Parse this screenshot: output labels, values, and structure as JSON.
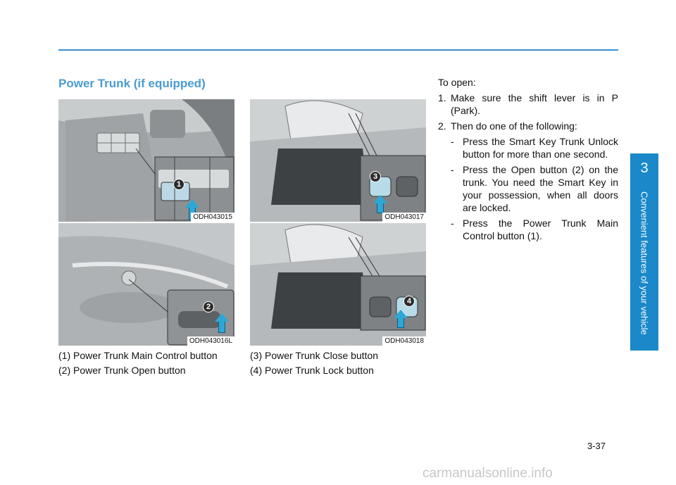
{
  "section_title": "Power Trunk (if equipped)",
  "figures": {
    "left_top": {
      "code": "ODH043015",
      "callout": "1"
    },
    "left_bottom": {
      "code": "ODH043016L",
      "callout": "2"
    },
    "right_top": {
      "code": "ODH043017",
      "callout": "3"
    },
    "right_bottom": {
      "code": "ODH043018",
      "callout": "4"
    }
  },
  "captions": {
    "left": [
      "(1) Power Trunk Main Control button",
      "(2) Power Trunk Open button"
    ],
    "right": [
      "(3) Power Trunk Close button",
      "(4) Power Trunk Lock button"
    ]
  },
  "instructions": {
    "heading": "To open:",
    "step1_num": "1.",
    "step1": "Make sure the shift lever is in P (Park).",
    "step2_num": "2.",
    "step2": "Then do one of the following:",
    "options": [
      "Press the Smart Key Trunk Unlock button for more than one second.",
      "Press the Open button (2) on the trunk. You need the Smart Key in your possession, when all doors are locked.",
      "Press the Power Trunk Main Control button (1)."
    ]
  },
  "sidebar": {
    "chapter": "3",
    "title": "Convenient features of your vehicle"
  },
  "page_number": "3-37",
  "watermark": "carmanualsonline.info",
  "colors": {
    "accent": "#1a88c9",
    "title": "#4a9bd2",
    "arrow": "#2ea7d6"
  }
}
